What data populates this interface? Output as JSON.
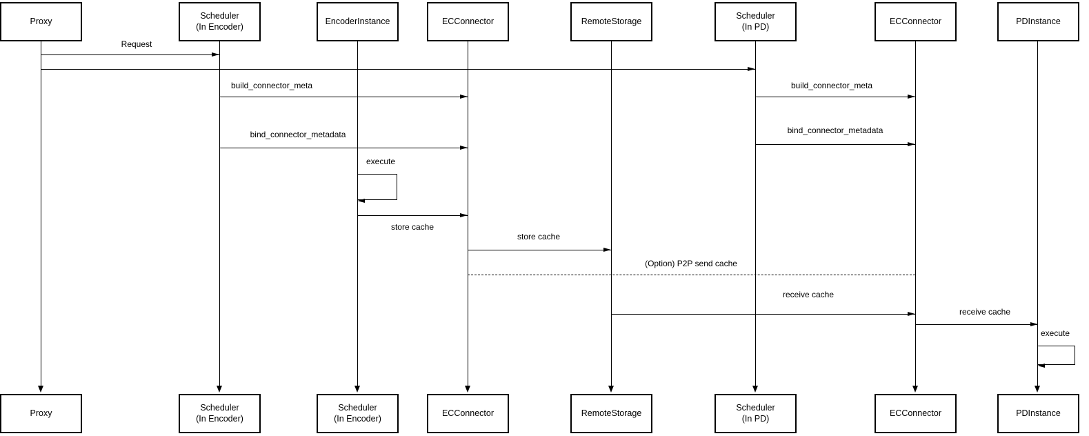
{
  "diagram": {
    "type": "uml-sequence-diagram",
    "background_color": "#ffffff",
    "line_color": "#000000",
    "text_color": "#000000"
  },
  "participants": [
    {
      "id": "proxy",
      "top_label": "Proxy",
      "bottom_label": "Proxy"
    },
    {
      "id": "scheduler-encoder",
      "top_label": "Scheduler\n(In Encoder)",
      "bottom_label": "Scheduler\n(In Encoder)"
    },
    {
      "id": "encoder-instance",
      "top_label": "EncoderInstance",
      "bottom_label": "Scheduler\n(In Encoder)"
    },
    {
      "id": "ec-connector",
      "top_label": "ECConnector",
      "bottom_label": "ECConnector"
    },
    {
      "id": "remote-storage",
      "top_label": "RemoteStorage",
      "bottom_label": "RemoteStorage"
    },
    {
      "id": "scheduler-pd",
      "top_label": "Scheduler\n(In PD)",
      "bottom_label": "Scheduler\n(In PD)"
    },
    {
      "id": "ec-connector-pd",
      "top_label": "ECConnector",
      "bottom_label": "ECConnector"
    },
    {
      "id": "pd-instance",
      "top_label": "PDInstance",
      "bottom_label": "PDInstance"
    }
  ],
  "messages": [
    {
      "label": "Request",
      "from": "proxy",
      "to": "scheduler-encoder",
      "style": "solid"
    },
    {
      "label": "",
      "from": "proxy",
      "to": "scheduler-pd",
      "style": "solid"
    },
    {
      "label": "build_connector_meta",
      "from": "scheduler-encoder",
      "to": "ec-connector",
      "style": "solid"
    },
    {
      "label": "build_connector_meta",
      "from": "scheduler-pd",
      "to": "ec-connector-pd",
      "style": "solid"
    },
    {
      "label": "bind_connector_metadata",
      "from": "scheduler-encoder",
      "to": "ec-connector",
      "style": "solid"
    },
    {
      "label": "bind_connector_metadata",
      "from": "scheduler-pd",
      "to": "ec-connector-pd",
      "style": "solid"
    },
    {
      "label": "execute",
      "from": "encoder-instance",
      "to": "encoder-instance",
      "style": "self-loop"
    },
    {
      "label": "store cache",
      "from": "encoder-instance",
      "to": "ec-connector",
      "style": "solid"
    },
    {
      "label": "store cache",
      "from": "ec-connector",
      "to": "remote-storage",
      "style": "solid"
    },
    {
      "label": "(Option) P2P send cache",
      "from": "ec-connector",
      "to": "ec-connector-pd",
      "style": "dashed"
    },
    {
      "label": "receive cache",
      "from": "remote-storage",
      "to": "ec-connector-pd",
      "style": "solid"
    },
    {
      "label": "receive cache",
      "from": "ec-connector-pd",
      "to": "pd-instance",
      "style": "solid"
    },
    {
      "label": "execute",
      "from": "pd-instance",
      "to": "pd-instance",
      "style": "self-loop"
    }
  ]
}
